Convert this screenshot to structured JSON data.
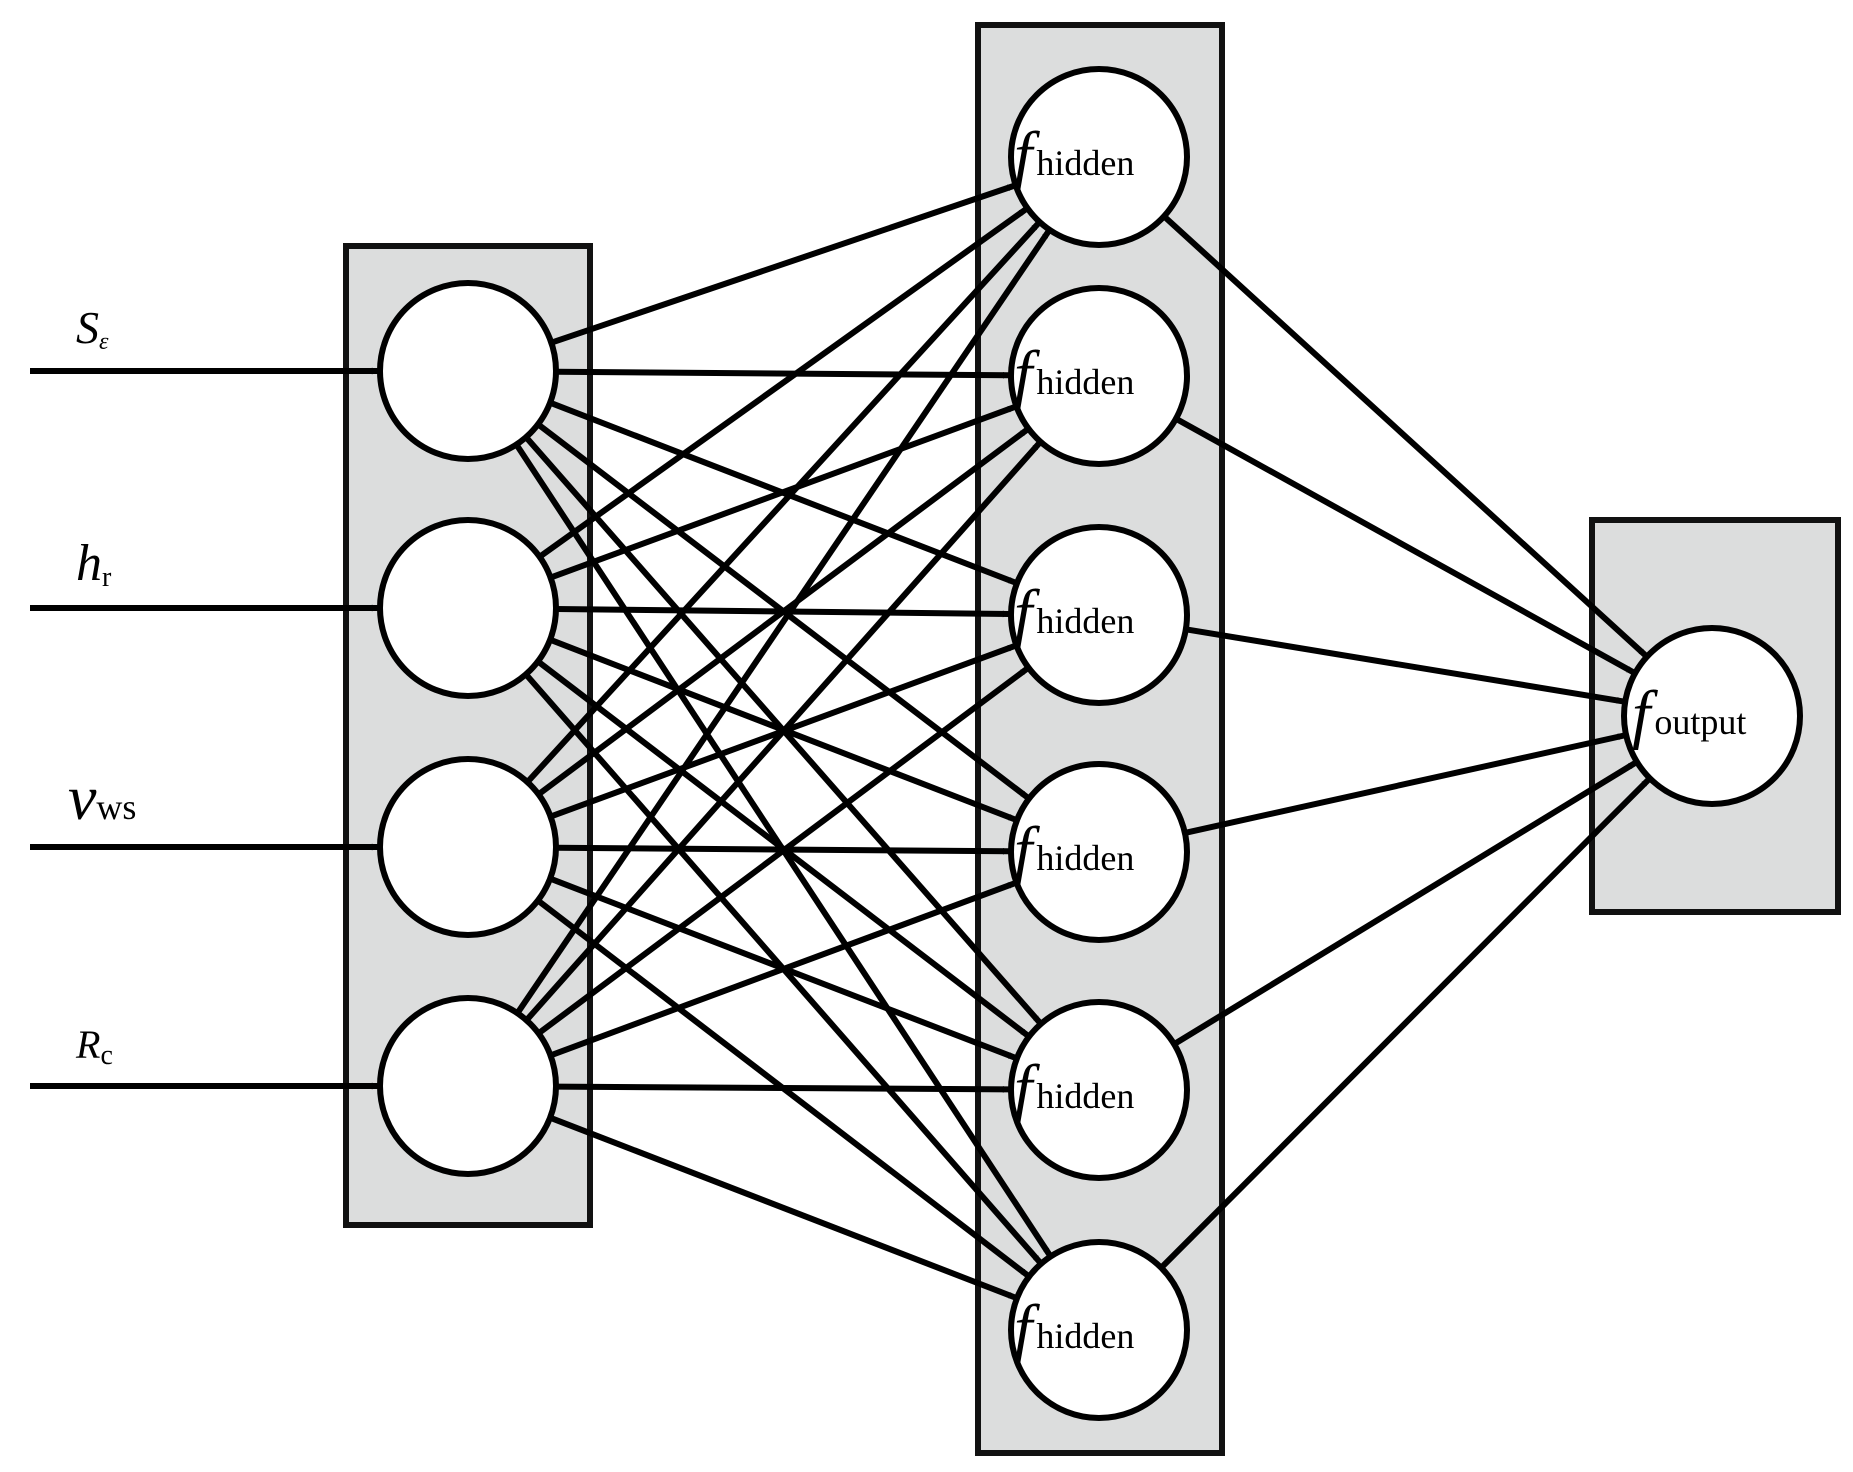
{
  "inputs": [
    {
      "symbol": "S",
      "subscript": "ε"
    },
    {
      "symbol": "h",
      "subscript": "r"
    },
    {
      "symbol": "v",
      "subscript": "ws"
    },
    {
      "symbol": "R",
      "subscript": "c"
    }
  ],
  "hidden_nodes": [
    {
      "symbol": "f",
      "subscript": "hidden"
    },
    {
      "symbol": "f",
      "subscript": "hidden"
    },
    {
      "symbol": "f",
      "subscript": "hidden"
    },
    {
      "symbol": "f",
      "subscript": "hidden"
    },
    {
      "symbol": "f",
      "subscript": "hidden"
    },
    {
      "symbol": "f",
      "subscript": "hidden"
    }
  ],
  "output_node": {
    "symbol": "f",
    "subscript": "output"
  },
  "colors": {
    "layer_fill": "#dcdddd",
    "stroke": "#000000",
    "node_fill": "#ffffff"
  }
}
